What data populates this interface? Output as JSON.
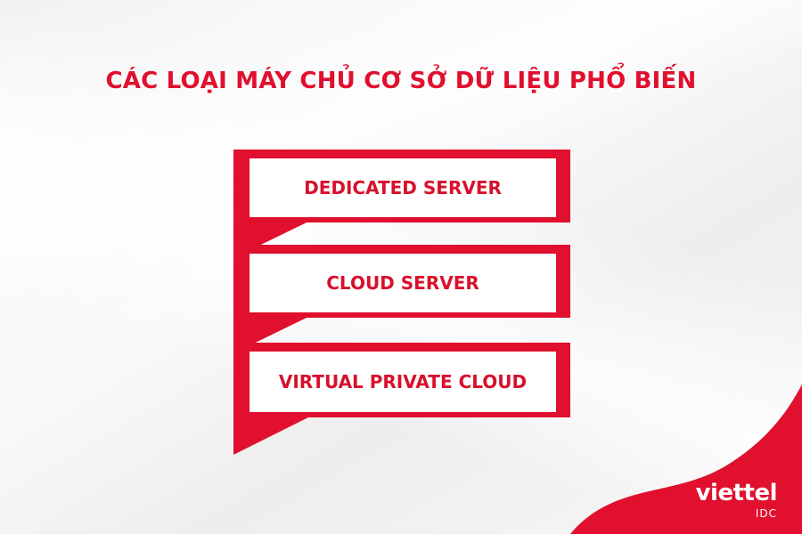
{
  "title": "CÁC LOẠI MÁY CHỦ CƠ SỞ DỮ LIỆU PHỔ BIẾN",
  "steps": [
    {
      "label": "DEDICATED SERVER"
    },
    {
      "label": "CLOUD SERVER"
    },
    {
      "label": "VIRTUAL PRIVATE CLOUD"
    }
  ],
  "brand": {
    "name": "viettel",
    "sub": "IDC"
  },
  "colors": {
    "accent": "#e0102e",
    "background": "#f3f3f3",
    "box_fill": "#ffffff"
  }
}
